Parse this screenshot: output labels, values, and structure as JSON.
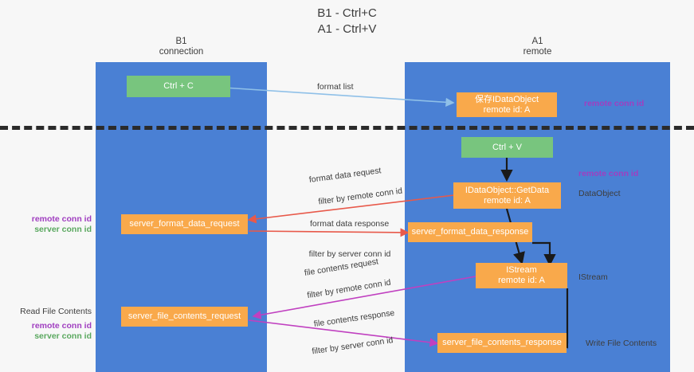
{
  "title": "B1 - Ctrl+C\nA1 - Ctrl+V",
  "lanes": [
    {
      "id": "b1",
      "title": "B1\nconnection"
    },
    {
      "id": "a1",
      "title": "A1\nremote"
    }
  ],
  "boxes": {
    "ctrl_c": "Ctrl + C",
    "ctrl_v": "Ctrl + V",
    "idataobject_store": "保存IDataObject\nremote id: A",
    "idataobject_getdata": "IDataObject::GetData\nremote id: A",
    "server_format_data_request": "server_format_data_request",
    "server_format_data_response": "server_format_data_response",
    "istream": "IStream\nremote id: A",
    "server_file_contents_request": "server_file_contents_request",
    "server_file_contents_response": "server_file_contents_response"
  },
  "edge_labels": {
    "format_list": "format list",
    "format_data_request": "format data request",
    "format_data_request_filter_prefix": "filter by ",
    "format_data_request_filter_key": "remote conn id",
    "format_data_response": "format data response",
    "format_data_response_filter_prefix": "filter by ",
    "format_data_response_filter_key": "server conn id",
    "file_contents_request": "file contents request",
    "file_contents_request_filter_prefix": "filter by ",
    "file_contents_request_filter_key": "remote conn id",
    "file_contents_response": "file contents response",
    "file_contents_response_filter_prefix": "filter by ",
    "file_contents_response_filter_key": "server conn id"
  },
  "annotations": {
    "right_remote_conn_id_top": "remote conn id",
    "right_remote_conn_id_mid": "remote conn id",
    "right_dataobject": "DataObject",
    "right_istream": "IStream",
    "right_write_file_contents": "Write File Contents",
    "left_remote_conn_id": "remote conn id",
    "left_server_conn_id": "server conn id",
    "left_read_file_contents": "Read File Contents",
    "left_remote_conn_id_2": "remote conn id",
    "left_server_conn_id_2": "server conn id"
  },
  "colors": {
    "lane": "#4a80d4",
    "green_box": "#78c57e",
    "orange_box": "#f9a94b",
    "purple_text": "#a03ec0",
    "green_text": "#5aa85f",
    "blue_arrow": "#8fc0e8",
    "red_arrow": "#e8594a",
    "magenta_arrow": "#c040c0",
    "dark_arrow": "#1a1a1a",
    "background": "#f7f7f7"
  }
}
